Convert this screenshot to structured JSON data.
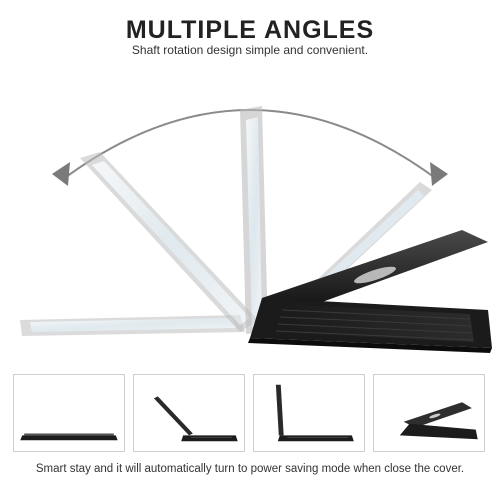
{
  "header": {
    "title": "MULTIPLE ANGLES",
    "subtitle": "Shaft rotation design simple and convenient."
  },
  "hero": {
    "image": "tablet-keyboard-case-rotation-photo",
    "arrow_color": "#7a7a7a"
  },
  "thumbnails": [
    {
      "image": "closed-case-photo"
    },
    {
      "image": "tilted-open-case-photo"
    },
    {
      "image": "upright-open-case-photo"
    },
    {
      "image": "laptop-mode-case-photo"
    }
  ],
  "footer": {
    "caption": "Smart stay and it will automatically turn to power saving mode when close the cover."
  }
}
